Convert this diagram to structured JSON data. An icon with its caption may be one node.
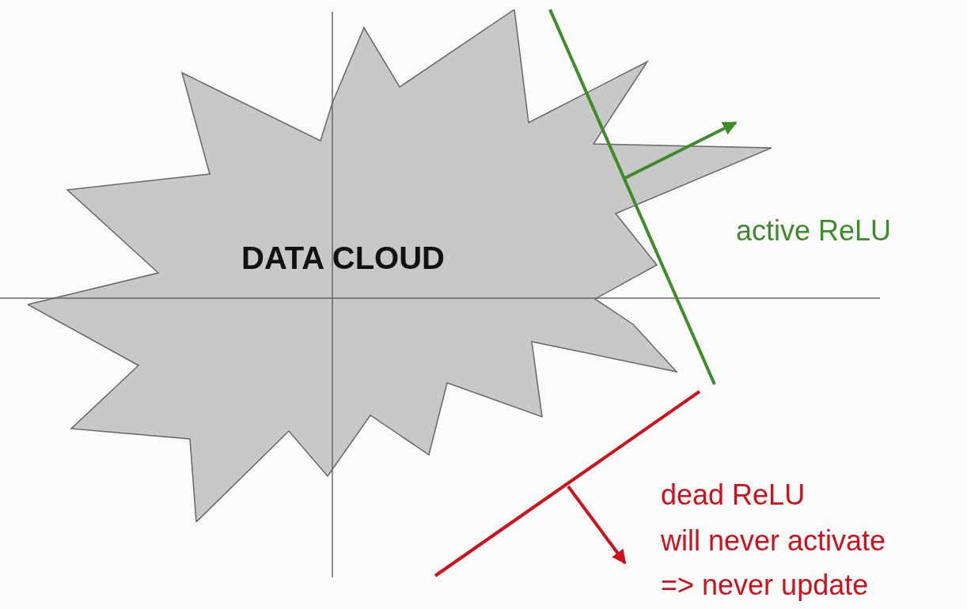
{
  "diagram": {
    "nodes": [
      {
        "text": [
          "DATA CLOUD"
        ]
      }
    ],
    "labels": [
      "active ReLU",
      "dead ReLU",
      "will never activate",
      "=> never update"
    ]
  }
}
